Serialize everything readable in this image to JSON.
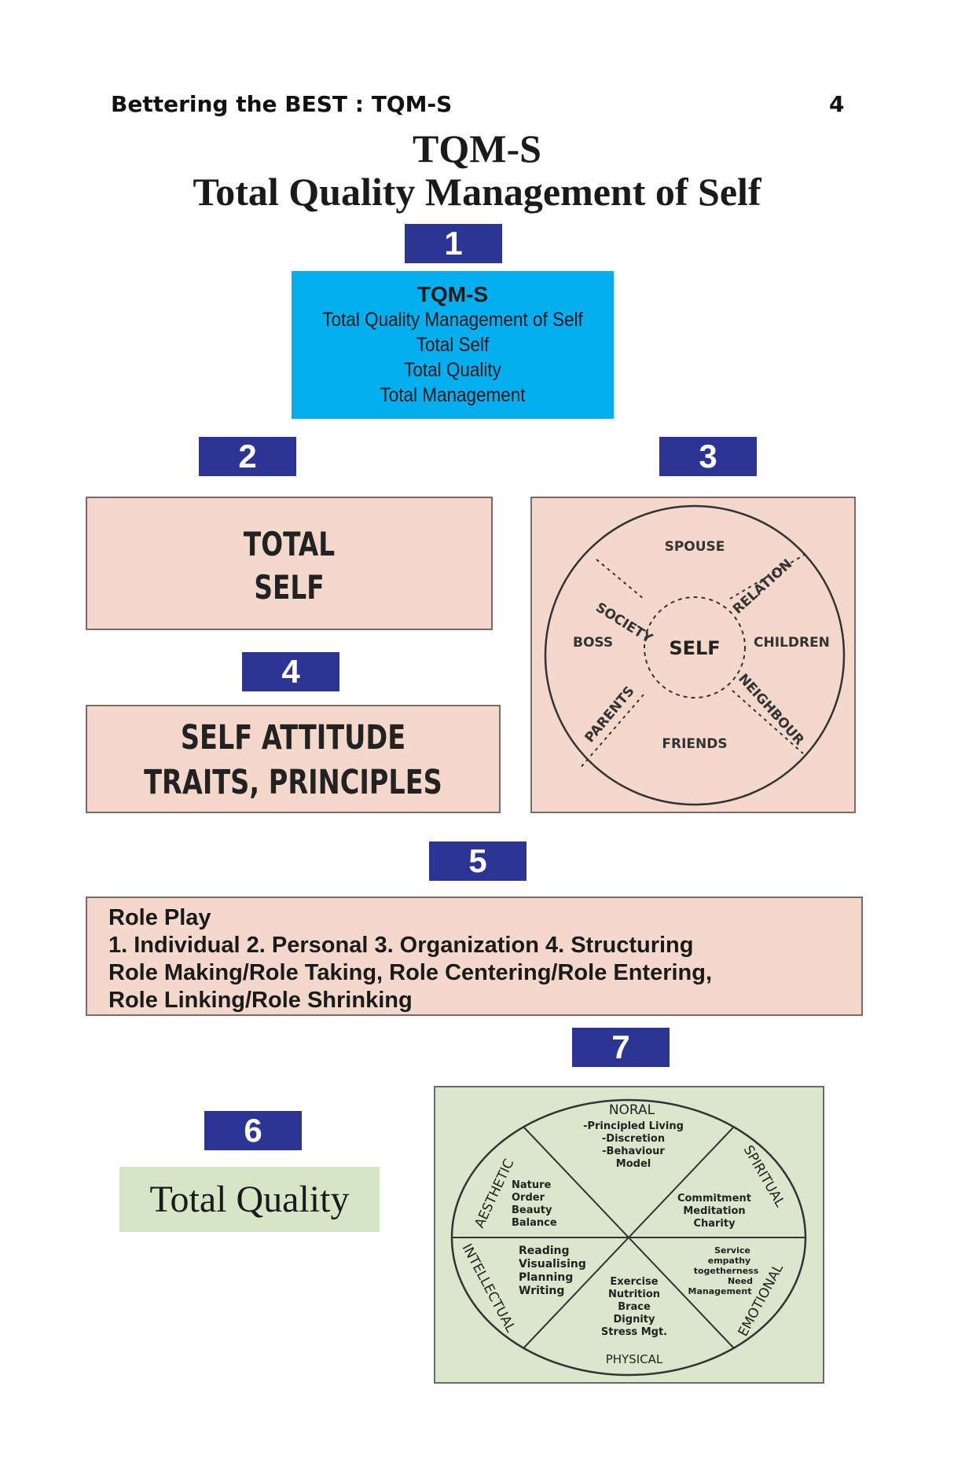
{
  "header": {
    "running_title": "Bettering the BEST : TQM-S",
    "page_number": "4"
  },
  "title": {
    "line1": "TQM-S",
    "line2": "Total Quality Management of Self"
  },
  "badges": [
    "1",
    "2",
    "3",
    "4",
    "5",
    "6",
    "7"
  ],
  "box1": {
    "heading": "TQM-S",
    "lines": [
      "Total Quality Management of Self",
      "Total Self",
      "Total Quality",
      "Total Management"
    ]
  },
  "box2": {
    "lines": [
      "TOTAL",
      "SELF"
    ]
  },
  "box3": {
    "center": "SELF",
    "labels": {
      "spouse": "SPOUSE",
      "society": "SOCIETY",
      "relation": "RELATION",
      "boss": "BOSS",
      "children": "CHILDREN",
      "parents": "PARENTS",
      "neighbour": "NEIGHBOUR",
      "friends": "FRIENDS"
    }
  },
  "box4": {
    "lines": [
      "SELF ATTITUDE",
      "TRAITS, PRINCIPLES"
    ]
  },
  "box5": {
    "lines": [
      "Role Play",
      "1. Individual 2. Personal 3. Organization 4. Structuring",
      "Role Making/Role Taking, Role Centering/Role Entering,",
      "Role Linking/Role Shrinking"
    ]
  },
  "box6": {
    "text": "Total Quality"
  },
  "box7": {
    "sectors": {
      "moral": {
        "title": "NORAL",
        "items": [
          "-Principled Living",
          "-Discretion",
          "-Behaviour",
          "Model"
        ]
      },
      "spiritual": {
        "title": "SPIRITUAL",
        "items": [
          "Commitment",
          "Meditation",
          "Charity"
        ]
      },
      "emotional": {
        "title": "EMOTIONAL",
        "items": [
          "Service",
          "empathy",
          "togetherness",
          "Need",
          "Management"
        ]
      },
      "physical": {
        "title": "PHYSICAL",
        "items": [
          "Exercise",
          "Nutrition",
          "Brace",
          "Dignity",
          "Stress Mgt."
        ]
      },
      "intellectual": {
        "title": "INTELLECTUAL",
        "items": [
          "Reading",
          "Visualising",
          "Planning",
          "Writing"
        ]
      },
      "aesthetic": {
        "title": "AESTHETIC",
        "items": [
          "Nature",
          "Order",
          "Beauty",
          "Balance"
        ]
      }
    }
  }
}
